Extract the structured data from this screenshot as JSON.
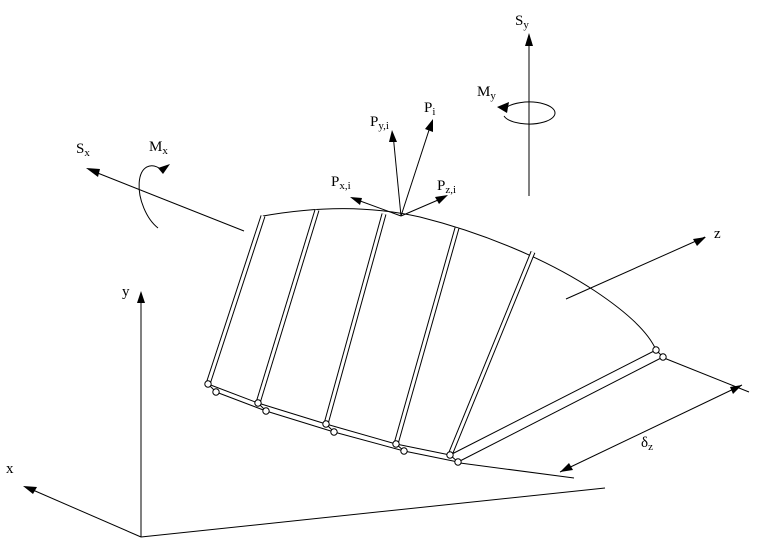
{
  "colors": {
    "line": "#000000",
    "background": "#ffffff"
  },
  "labels": {
    "s_y": {
      "base": "S",
      "sub": "y"
    },
    "m_y": {
      "base": "M",
      "sub": "y"
    },
    "s_x": {
      "base": "S",
      "sub": "x"
    },
    "m_x": {
      "base": "M",
      "sub": "x"
    },
    "p_i": {
      "base": "P",
      "sub": "i"
    },
    "p_y_i": {
      "base": "P",
      "sub": "y,i"
    },
    "p_x_i": {
      "base": "P",
      "sub": "x,i"
    },
    "p_z_i": {
      "base": "P",
      "sub": "z,i"
    },
    "axis_x": "x",
    "axis_y": "y",
    "axis_z": "z",
    "delta_z": {
      "base": "δ",
      "sub": "z"
    }
  }
}
